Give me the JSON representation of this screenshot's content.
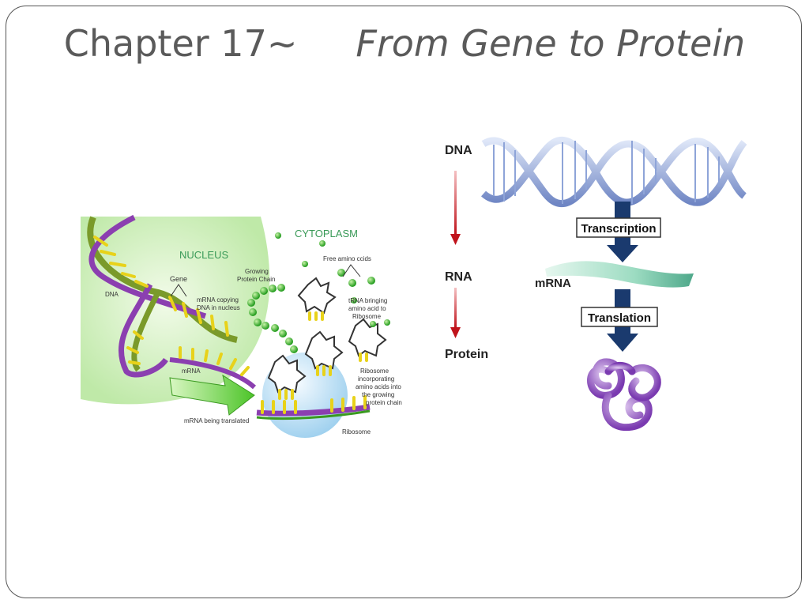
{
  "title": {
    "chapter": "Chapter 17~",
    "subtitle": "From Gene to Protein"
  },
  "left_diagram": {
    "labels": {
      "cytoplasm": "CYTOPLASM",
      "nucleus": "NUCLEUS",
      "free_amino": "Free amino ccids",
      "growing_1": "Growing",
      "growing_2": "Protein Chain",
      "gene": "Gene",
      "dna": "DNA",
      "mrna_copy_1": "mRNA copying",
      "mrna_copy_2": "DNA in nucleus",
      "trna_1": "tRNA bringing",
      "trna_2": "amino acid to",
      "trna_3": "Ribosome",
      "mrna": "mRNA",
      "ribo_1": "Ribosome",
      "ribo_2": "incorporating",
      "ribo_3": "amino acids into",
      "ribo_4": "the growing",
      "ribo_5": "protein chain",
      "mrna_translated": "mRNA being translated",
      "ribosome": "Ribosome"
    }
  },
  "right_diagram": {
    "dna": "DNA",
    "rna": "RNA",
    "protein": "Protein",
    "mrna": "mRNA",
    "transcription": "Transcription",
    "translation": "Translation"
  },
  "colors": {
    "title": "#5a5a5a",
    "red_arrow": "#c0141c",
    "navy_arrow": "#1a3a6e",
    "dna_blue": "#8ea4d8",
    "nucleus_green": "#c8efb8",
    "protein_purple": "#9a5cc8",
    "mrna_teal": "#8fd6b8"
  }
}
